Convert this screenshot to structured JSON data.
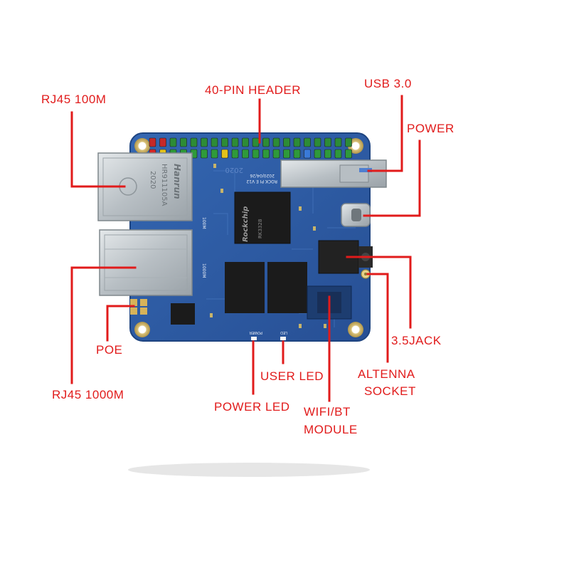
{
  "colors": {
    "label": "#e11b1b",
    "pcb": "#2f5fa6",
    "pcb_dark": "#1f4585",
    "pcb_edge": "#23508f",
    "metal": "#c9cfd3",
    "chip": "#1a1a1a",
    "gold": "#d4b14a"
  },
  "labels": {
    "rj45_100m": "RJ45 100M",
    "pin_header": "40-PIN HEADER",
    "usb3": "USB 3.0",
    "power": "POWER",
    "jack": "3.5JACK",
    "antenna_line1": "ALTENNA",
    "antenna_line2": "SOCKET",
    "poe": "POE",
    "rj45_1000m": "RJ45 1000M",
    "user_led": "USER LED",
    "power_led": "POWER LED",
    "wifi_line1": "WIFI/BT",
    "wifi_line2": "MODULE"
  },
  "board_markings": {
    "jack_brand": "Hanrun",
    "jack_model": "HR911105A",
    "jack_year": "2020",
    "soc_brand": "Rockchip",
    "soc_model": "RK3328",
    "board_name": "ROCK PI E V12",
    "board_date": "2020/04/26",
    "rf_year": "2020",
    "silk_power": "POWER",
    "silk_led": "LED",
    "silk_100m": "100M",
    "silk_1000m": "1000M"
  }
}
